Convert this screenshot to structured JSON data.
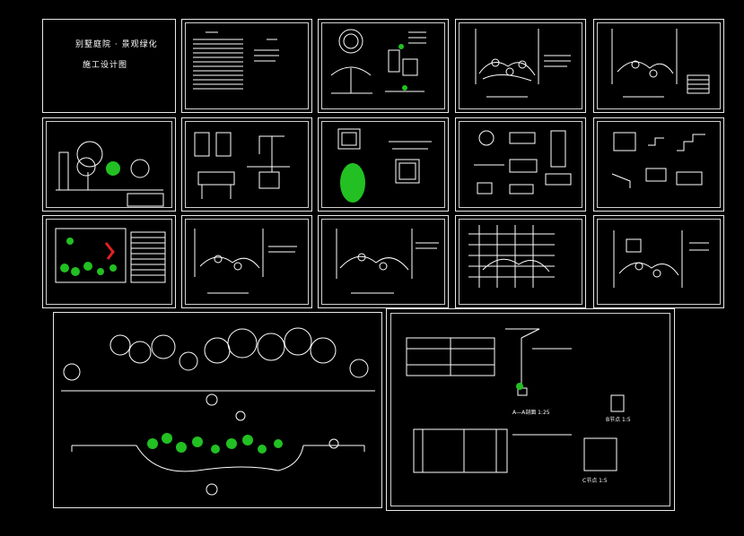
{
  "cover": {
    "title": "别墅庭院 · 景观绿化",
    "subtitle": "施工设计图"
  },
  "bottom_right": {
    "caption_left": "A—A剖面 1:25",
    "caption_detail1": "B节点 1:5",
    "caption_detail2": "C节点 1:5"
  },
  "colors": {
    "line": "#ffffff",
    "green": "#22c022",
    "red": "#e02020",
    "background": "#000000"
  }
}
